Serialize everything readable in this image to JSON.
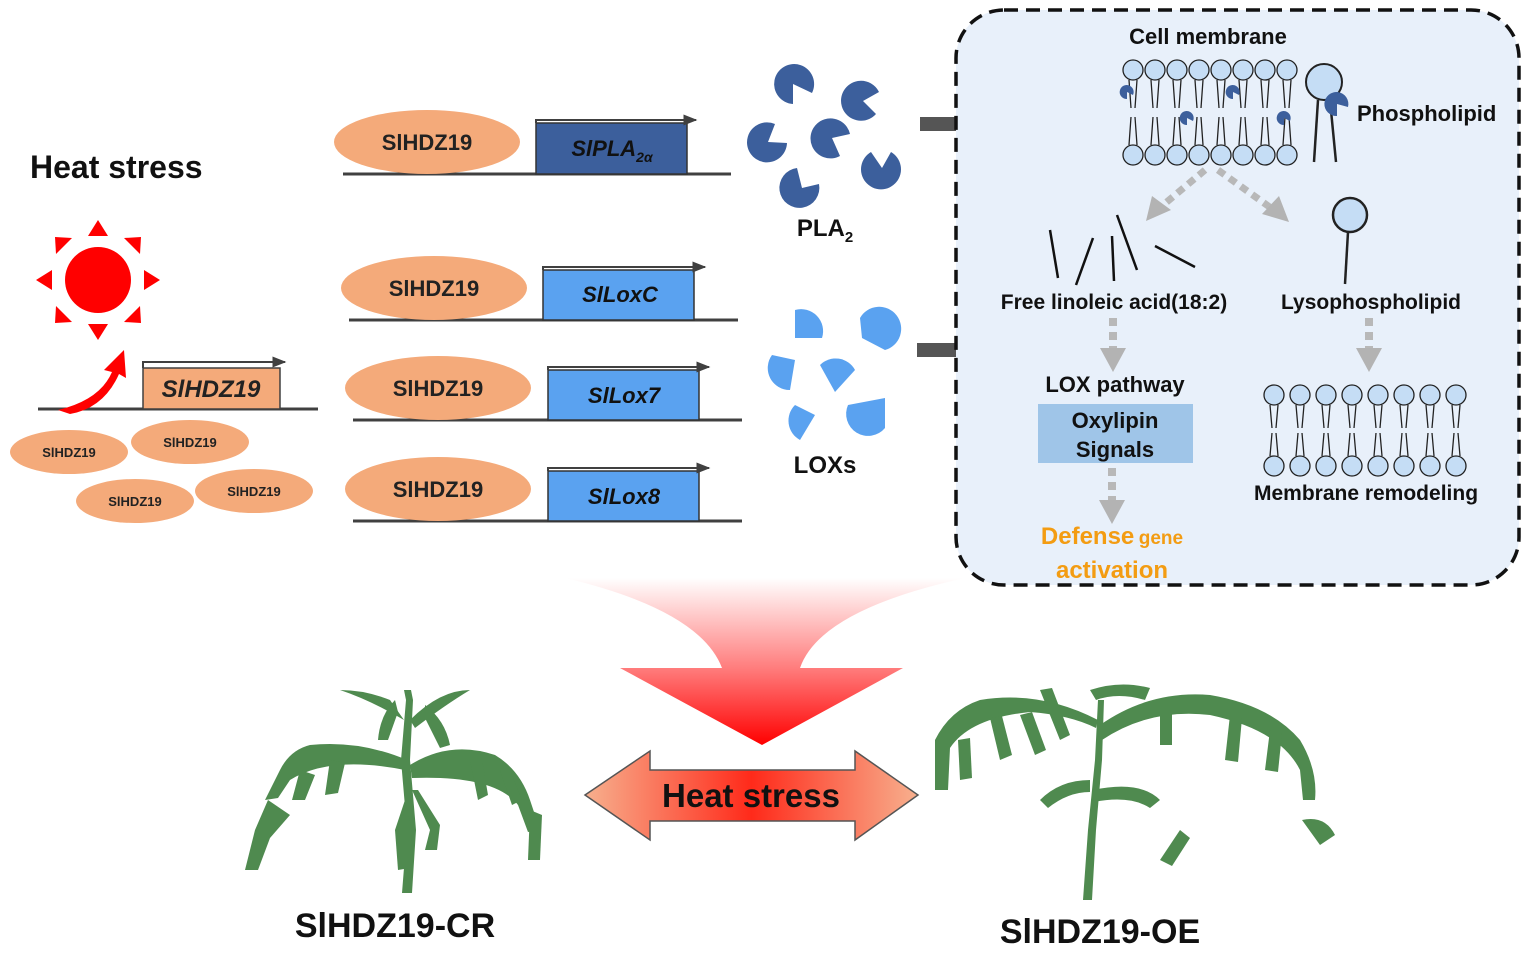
{
  "left": {
    "title": "Heat stress",
    "gene_label": "SlHDZ19",
    "protein_label": "SlHDZ19"
  },
  "genes": [
    {
      "protein": "SlHDZ19",
      "gene": "SlPLA",
      "gene_sub": "2α",
      "color": "#3c5f9c"
    },
    {
      "protein": "SlHDZ19",
      "gene": "SlLoxC",
      "gene_sub": "",
      "color": "#5aa2f0"
    },
    {
      "protein": "SlHDZ19",
      "gene": "SlLox7",
      "gene_sub": "",
      "color": "#5aa2f0"
    },
    {
      "protein": "SlHDZ19",
      "gene": "SlLox8",
      "gene_sub": "",
      "color": "#5aa2f0"
    }
  ],
  "enzymes": {
    "pla_label": "PLA",
    "pla_sub": "2",
    "lox_label": "LOXs",
    "pla_color": "#3c5f9c",
    "lox_color": "#5aa2f0"
  },
  "box": {
    "cell_membrane": "Cell membrane",
    "phospholipid": "Phospholipid",
    "free_la": "Free linoleic acid(18:2)",
    "lysophospholipid": "Lysophospholipid",
    "lox_pathway": "LOX pathway",
    "oxylipin_line1": "Oxylipin",
    "oxylipin_line2": "Signals",
    "remodeling": "Membrane remodeling",
    "defense_big": "Defense",
    "defense_small": "gene",
    "defense_line2": "activation",
    "defense_color": "#f39c12",
    "bg_color": "#e8f0fa"
  },
  "bottom": {
    "arrow_label": "Heat stress",
    "left_plant": "SlHDZ19-CR",
    "right_plant": "SlHDZ19-OE",
    "plant_color": "#4f8a4f"
  },
  "colors": {
    "protein": "#f4aa7a",
    "heat_red": "#ff0000"
  }
}
